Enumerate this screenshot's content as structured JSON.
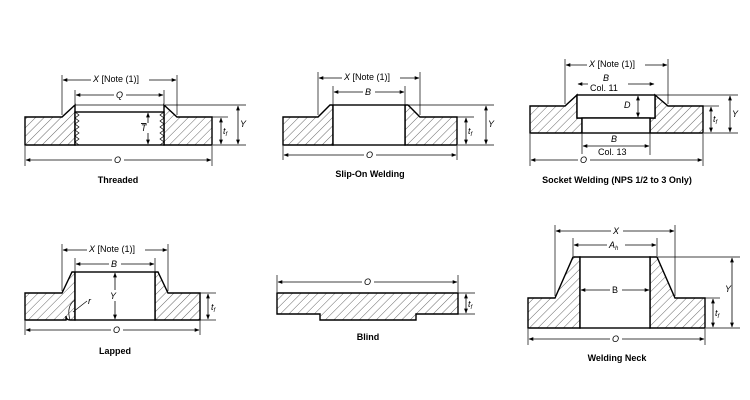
{
  "diagrams": {
    "threaded": {
      "caption": "Threaded",
      "x_label": "X",
      "x_note": "[Note (1)]",
      "q_label": "Q",
      "t_label": "T",
      "tf_label": "t",
      "tf_sub": "f",
      "y_label": "Y",
      "o_label": "O"
    },
    "slip_on": {
      "caption": "Slip-On Welding",
      "x_label": "X",
      "x_note": "[Note (1)]",
      "b_label": "B",
      "tf_label": "t",
      "tf_sub": "f",
      "y_label": "Y",
      "o_label": "O"
    },
    "socket": {
      "caption": "Socket Welding (NPS 1/2 to 3 Only)",
      "x_label": "X",
      "x_note": "[Note (1)]",
      "b_top_label": "B",
      "col11": "Col. 11",
      "d_label": "D",
      "b_bottom_label": "B",
      "col13": "Col. 13",
      "tf_label": "t",
      "tf_sub": "f",
      "y_label": "Y",
      "o_label": "O"
    },
    "lapped": {
      "caption": "Lapped",
      "x_label": "X",
      "x_note": "[Note (1)]",
      "b_label": "B",
      "r_label": "r",
      "y_label": "Y",
      "tf_label": "t",
      "tf_sub": "f",
      "o_label": "O"
    },
    "blind": {
      "caption": "Blind",
      "o_label": "O",
      "tf_label": "t",
      "tf_sub": "f"
    },
    "welding_neck": {
      "caption": "Welding Neck",
      "x_label": "X",
      "ah_label": "A",
      "ah_sub": "h",
      "b_label": "B",
      "y_label": "Y",
      "tf_label": "t",
      "tf_sub": "f",
      "o_label": "O"
    }
  }
}
